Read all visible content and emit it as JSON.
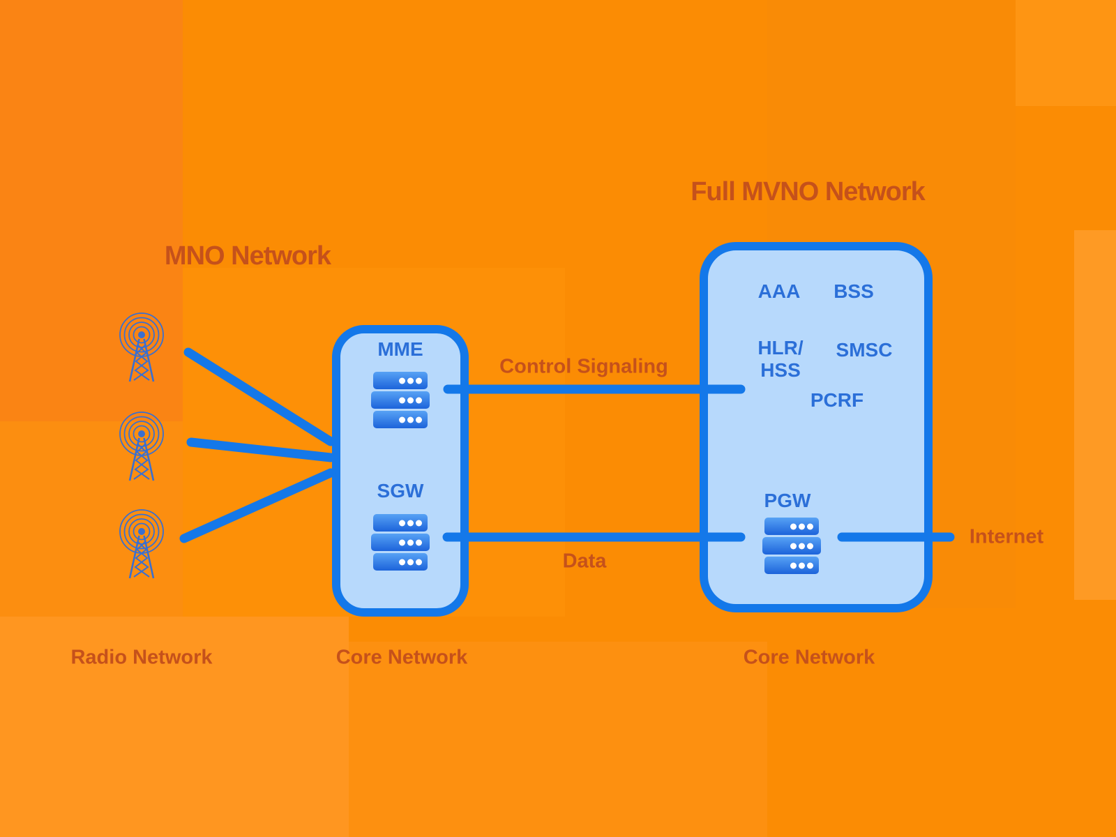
{
  "colors": {
    "background": "#fb8c04",
    "accent_blue": "#1478e9",
    "box_fill": "#b7d9fc",
    "text_blue": "#2b6fd8",
    "tower_blue": "#3a6fd0",
    "label_orange": "#c5511b",
    "server_top": "#57a2f5",
    "server_bottom": "#1c63da"
  },
  "mno": {
    "title": "MNO Network",
    "radio_caption": "Radio Network",
    "core_caption": "Core Network",
    "nodes": {
      "mme": "MME",
      "sgw": "SGW"
    }
  },
  "mvno": {
    "title": "Full MVNO Network",
    "core_caption": "Core Network",
    "nodes": {
      "aaa": "AAA",
      "bss": "BSS",
      "hlr": "HLR/",
      "hss": "HSS",
      "smsc": "SMSC",
      "pcrf": "PCRF",
      "pgw": "PGW"
    }
  },
  "links": {
    "control": "Control Signaling",
    "data": "Data",
    "internet": "Internet"
  }
}
